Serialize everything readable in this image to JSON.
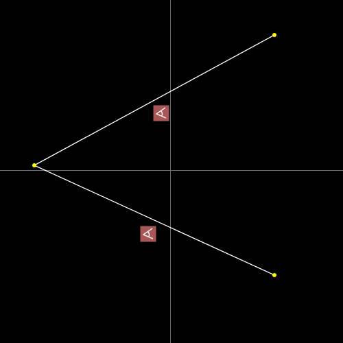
{
  "colors": {
    "background": "#000000",
    "axis": "#6b6b6b",
    "segment": "#ffffff",
    "point": "#ffff00",
    "marker_fill": "#a85656",
    "marker_stroke": "#a85656",
    "marker_glyph": "#f2eded"
  },
  "axes": {
    "horizontal_visible": true,
    "vertical_visible": true
  },
  "points": [
    {
      "id": "left-vertex"
    },
    {
      "id": "upper-right-endpoint"
    },
    {
      "id": "lower-right-endpoint"
    }
  ],
  "segments": [
    {
      "id": "upper-segment",
      "from": "left-vertex",
      "to": "upper-right-endpoint"
    },
    {
      "id": "lower-segment",
      "from": "left-vertex",
      "to": "lower-right-endpoint"
    }
  ],
  "markers": [
    {
      "id": "upper-constraint-marker",
      "segment": "upper-segment",
      "glyph": "∢",
      "icon": "angle-constraint-icon"
    },
    {
      "id": "lower-constraint-marker",
      "segment": "lower-segment",
      "glyph": "∢",
      "icon": "angle-constraint-icon"
    }
  ]
}
